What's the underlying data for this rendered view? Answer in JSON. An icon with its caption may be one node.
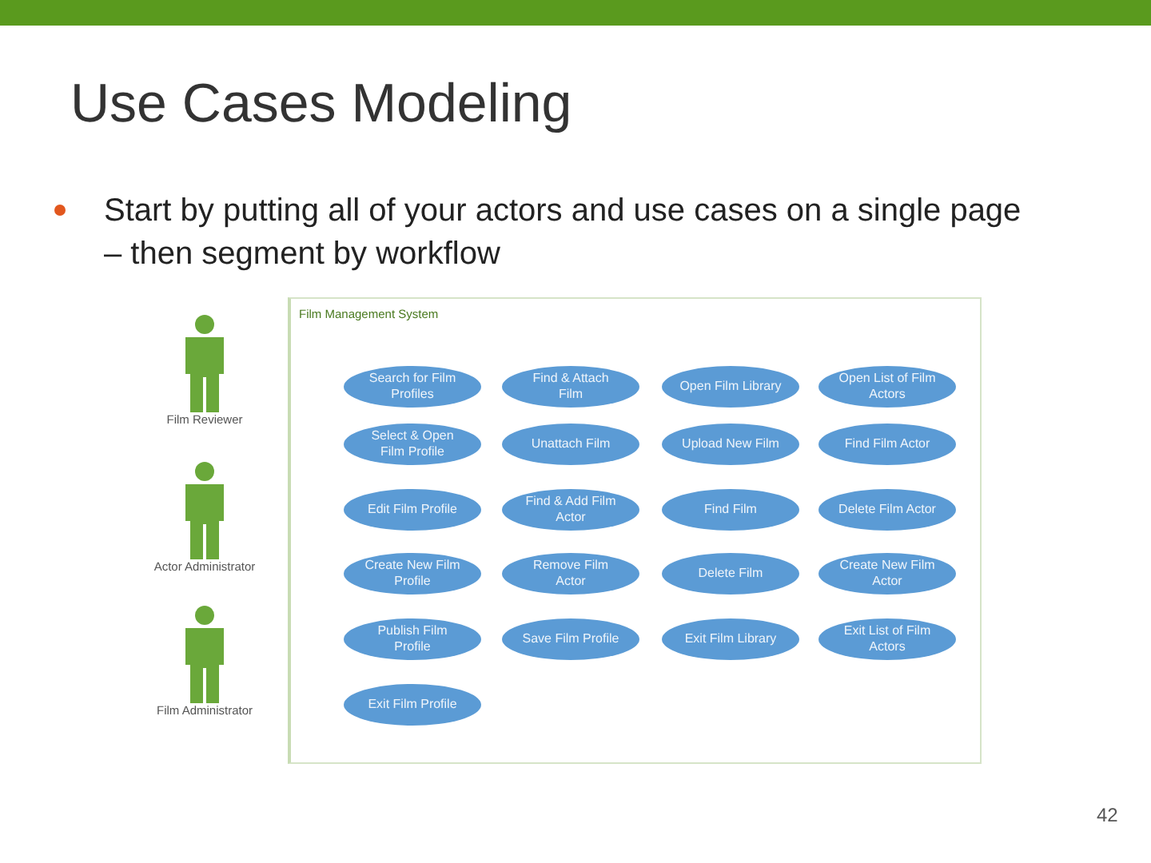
{
  "diagram": {
    "title": "Use Cases Modeling",
    "nodes": [
      {
        "text": [
          "Film Reviewer"
        ]
      },
      {
        "text": [
          "Actor Administrator"
        ]
      },
      {
        "text": [
          "Film Administrator"
        ]
      },
      {
        "text": [
          "Film Management System"
        ]
      },
      {
        "text": [
          "Search for Film Profiles"
        ],
        "in": 3
      },
      {
        "text": [
          "Find & Attach Film"
        ],
        "in": 3
      },
      {
        "text": [
          "Open Film Library"
        ],
        "in": 3
      },
      {
        "text": [
          "Open List of Film Actors"
        ],
        "in": 3
      },
      {
        "text": [
          "Select & Open Film Profile"
        ],
        "in": 3
      },
      {
        "text": [
          "Unattach Film"
        ],
        "in": 3
      },
      {
        "text": [
          "Upload New Film"
        ],
        "in": 3
      },
      {
        "text": [
          "Find Film Actor"
        ],
        "in": 3
      },
      {
        "text": [
          "Edit Film Profile"
        ],
        "in": 3
      },
      {
        "text": [
          "Find & Add Film Actor"
        ],
        "in": 3
      },
      {
        "text": [
          "Find Film"
        ],
        "in": 3
      },
      {
        "text": [
          "Delete Film Actor"
        ],
        "in": 3
      },
      {
        "text": [
          "Create New Film Profile"
        ],
        "in": 3
      },
      {
        "text": [
          "Remove Film Actor"
        ],
        "in": 3
      },
      {
        "text": [
          "Delete Film"
        ],
        "in": 3
      },
      {
        "text": [
          "Create New Film Actor"
        ],
        "in": 3
      },
      {
        "text": [
          "Publish Film Profile"
        ],
        "in": 3
      },
      {
        "text": [
          "Save Film Profile"
        ],
        "in": 3
      },
      {
        "text": [
          "Exit Film Library"
        ],
        "in": 3
      },
      {
        "text": [
          "Exit List of Film Actors"
        ],
        "in": 3
      },
      {
        "text": [
          "Exit Film Profile"
        ],
        "in": 3
      }
    ],
    "edges": [],
    "labels": [
      "Start by putting all of your actors and use cases on a single page – then segment by workflow",
      "42"
    ]
  }
}
